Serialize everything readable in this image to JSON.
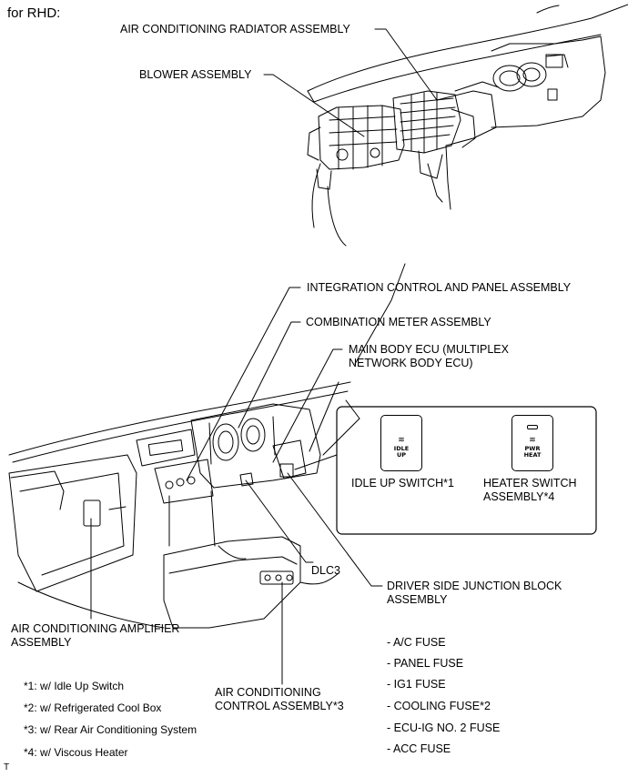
{
  "header": {
    "variant": "for RHD:"
  },
  "labels": {
    "radiator": "AIR CONDITIONING RADIATOR ASSEMBLY",
    "blower": "BLOWER ASSEMBLY",
    "integration": "INTEGRATION CONTROL AND PANEL ASSEMBLY",
    "meter": "COMBINATION METER ASSEMBLY",
    "ecu": "MAIN BODY ECU (MULTIPLEX\nNETWORK BODY ECU)",
    "idle_switch": "IDLE UP SWITCH*1",
    "heater_switch": "HEATER SWITCH\nASSEMBLY*4",
    "dlc3": "DLC3",
    "junction": "DRIVER SIDE JUNCTION BLOCK\nASSEMBLY",
    "amplifier": "AIR CONDITIONING AMPLIFIER\nASSEMBLY",
    "control": "AIR CONDITIONING\nCONTROL ASSEMBLY*3"
  },
  "switch_faces": {
    "idle_icon": "≋",
    "idle_text": "IDLE\nUP",
    "heat_icon": "≋",
    "heat_text": "PWR\nHEAT"
  },
  "fuses": [
    "- A/C FUSE",
    "- PANEL FUSE",
    "- IG1 FUSE",
    "- COOLING FUSE*2",
    "- ECU-IG NO. 2 FUSE",
    "- ACC FUSE"
  ],
  "notes": [
    "*1: w/ Idle Up Switch",
    "*2: w/ Refrigerated Cool Box",
    "*3: w/ Rear Air Conditioning System",
    "*4: w/ Viscous Heater"
  ],
  "footer": {
    "mark": "T"
  }
}
